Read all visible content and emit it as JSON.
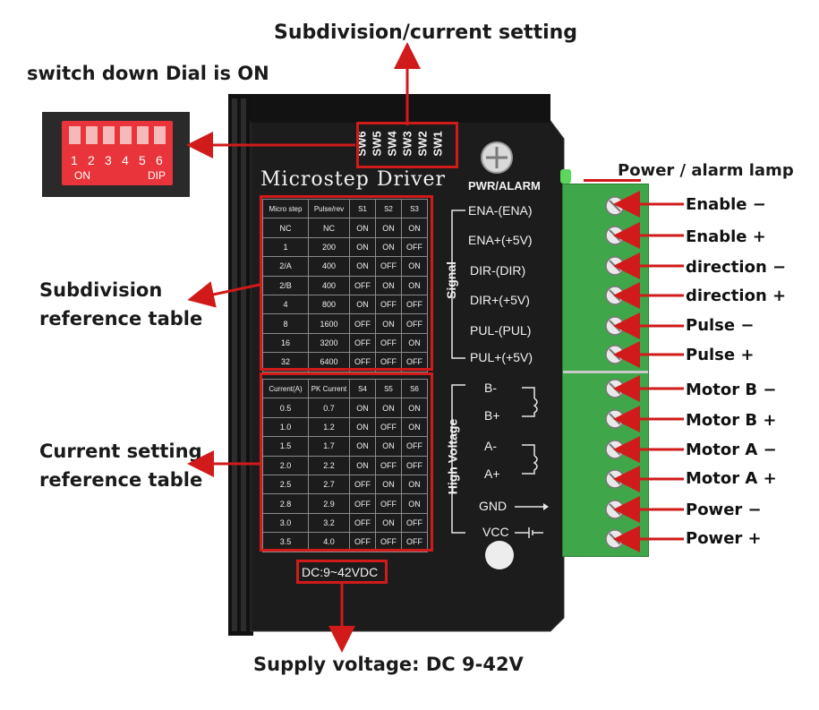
{
  "callouts": {
    "subdivision_current_setting": "Subdivision/current setting",
    "switch_down": "switch down Dial is ON",
    "power_alarm_lamp": "Power / alarm lamp",
    "subdivision_reference": [
      "Subdivision",
      "reference table"
    ],
    "current_reference": [
      "Current setting",
      "reference table"
    ],
    "supply_voltage": "Supply voltage: DC 9-42V"
  },
  "dip_switch": {
    "numbers": [
      "1",
      "2",
      "3",
      "4",
      "5",
      "6"
    ],
    "on_label": "ON",
    "dip_label": "DIP"
  },
  "device": {
    "title": "Microstep Driver",
    "switch_labels": [
      "SW6",
      "SW5",
      "SW4",
      "SW3",
      "SW2",
      "SW1"
    ],
    "pwr_alarm": "PWR/ALARM",
    "voltage_label": "DC:9~42VDC",
    "signal_label": "Signal",
    "high_voltage_label": "High Voltage",
    "signal_pins": [
      "ENA-(ENA)",
      "ENA+(+5V)",
      "DIR-(DIR)",
      "DIR+(+5V)",
      "PUL-(PUL)",
      "PUL+(+5V)"
    ],
    "power_pins": [
      "B-",
      "B+",
      "A-",
      "A+",
      "GND",
      "VCC"
    ]
  },
  "subdivision_table": {
    "headers": [
      "Micro step",
      "Pulse/rev",
      "S1",
      "S2",
      "S3"
    ],
    "rows": [
      [
        "NC",
        "NC",
        "ON",
        "ON",
        "ON"
      ],
      [
        "1",
        "200",
        "ON",
        "ON",
        "OFF"
      ],
      [
        "2/A",
        "400",
        "ON",
        "OFF",
        "ON"
      ],
      [
        "2/B",
        "400",
        "OFF",
        "ON",
        "ON"
      ],
      [
        "4",
        "800",
        "ON",
        "OFF",
        "OFF"
      ],
      [
        "8",
        "1600",
        "OFF",
        "ON",
        "OFF"
      ],
      [
        "16",
        "3200",
        "OFF",
        "OFF",
        "ON"
      ],
      [
        "32",
        "6400",
        "OFF",
        "OFF",
        "OFF"
      ]
    ]
  },
  "current_table": {
    "headers": [
      "Current(A)",
      "PK Current",
      "S4",
      "S5",
      "S6"
    ],
    "rows": [
      [
        "0.5",
        "0.7",
        "ON",
        "ON",
        "ON"
      ],
      [
        "1.0",
        "1.2",
        "ON",
        "OFF",
        "ON"
      ],
      [
        "1.5",
        "1.7",
        "ON",
        "ON",
        "OFF"
      ],
      [
        "2.0",
        "2.2",
        "ON",
        "OFF",
        "OFF"
      ],
      [
        "2.5",
        "2.7",
        "OFF",
        "ON",
        "ON"
      ],
      [
        "2.8",
        "2.9",
        "OFF",
        "OFF",
        "ON"
      ],
      [
        "3.0",
        "3.2",
        "OFF",
        "ON",
        "OFF"
      ],
      [
        "3.5",
        "4.0",
        "OFF",
        "OFF",
        "OFF"
      ]
    ]
  },
  "terminals": [
    "Enable −",
    "Enable +",
    "direction −",
    "direction +",
    "Pulse −",
    "Pulse +",
    "Motor B −",
    "Motor B +",
    "Motor A −",
    "Motor A +",
    "Power −",
    "Power +"
  ],
  "colors": {
    "callout_red": "#d11a1a",
    "device_body": "#1c1c1c",
    "terminal_green": "#3fa64a",
    "dip_red": "#e8343a"
  }
}
